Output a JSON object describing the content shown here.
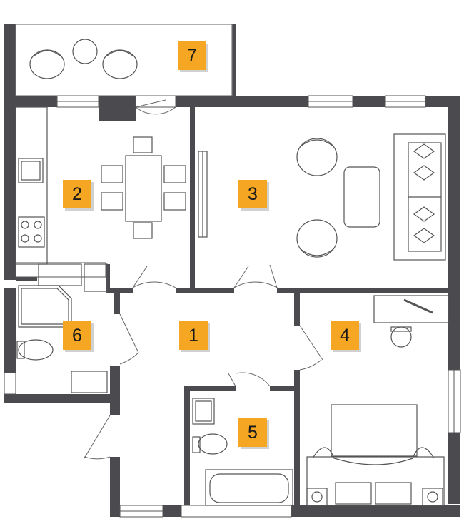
{
  "colors": {
    "wall": "#4a4a4f",
    "line": "#555555",
    "accent": "#f5a623",
    "background": "#ffffff"
  },
  "rooms": [
    {
      "id": "hall",
      "label": "1"
    },
    {
      "id": "kitchen-dining",
      "label": "2"
    },
    {
      "id": "living-room",
      "label": "3"
    },
    {
      "id": "bedroom",
      "label": "4"
    },
    {
      "id": "bathroom",
      "label": "5"
    },
    {
      "id": "wc",
      "label": "6"
    },
    {
      "id": "balcony",
      "label": "7"
    }
  ]
}
